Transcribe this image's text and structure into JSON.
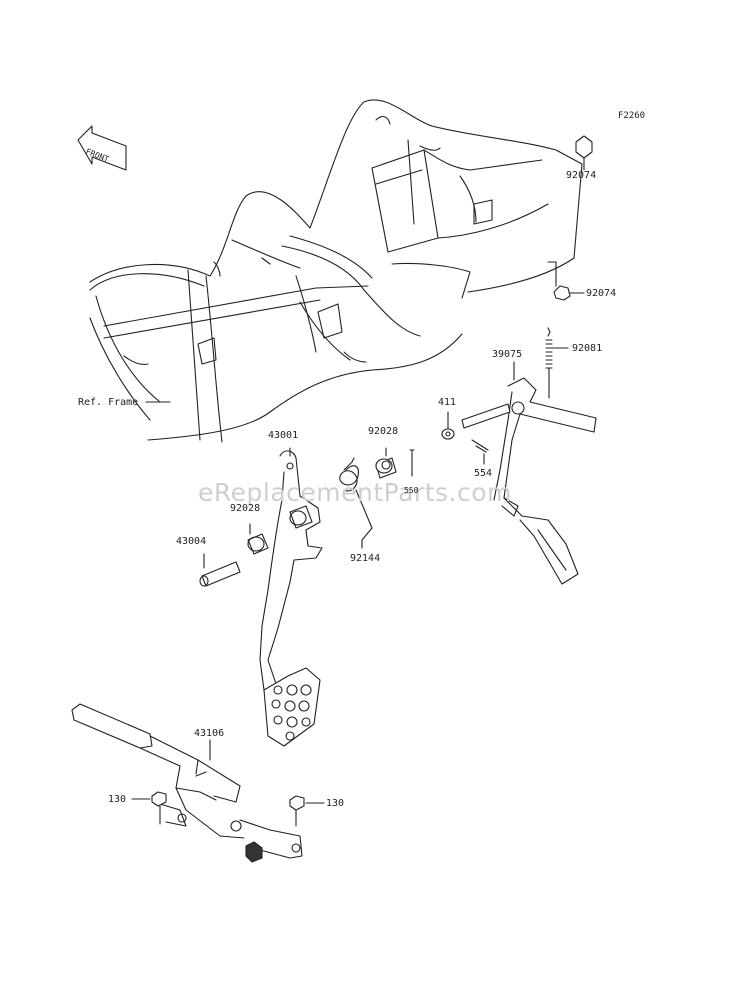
{
  "diagram": {
    "figure_code": "F2260",
    "direction_arrow": "FRONT",
    "watermark": "eReplacementParts.com",
    "labels": {
      "ref_frame": "Ref. Frame",
      "p92074_top": "92074",
      "p92074_mid": "92074",
      "p92081": "92081",
      "p39075": "39075",
      "p411": "411",
      "p554": "554",
      "p92028_right": "92028",
      "p550": "550",
      "p43001": "43001",
      "p92028_left": "92028",
      "p92144": "92144",
      "p43004": "43004",
      "p43106": "43106",
      "p130_left": "130",
      "p130_right": "130"
    }
  }
}
